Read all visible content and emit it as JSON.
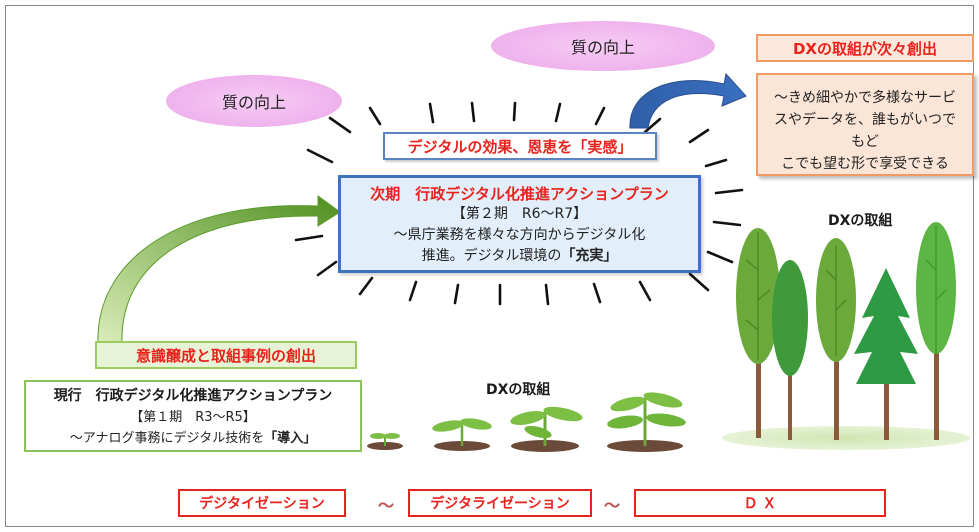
{
  "quality_left": "質の向上",
  "quality_right": "質の向上",
  "dx_creation": {
    "title": "DXの取組が次々創出",
    "line1": "～きめ細やかで多様なサービ",
    "line2": "スやデータを、誰もがいつでもど",
    "line3": "こでも望む形で享受できる"
  },
  "benefit": "デジタルの効果、恩恵を「実感」",
  "next_plan": {
    "title": "次期　行政デジタル化推進アクションプラン",
    "period": "【第２期　R6～R7】",
    "line1": "～県庁業務を様々な方向からデジタル化",
    "line2_prefix": "推進。デジタル環境の",
    "line2_bold": "「充実」"
  },
  "awareness": "意識醸成と取組事例の創出",
  "current_plan": {
    "title": "現行　行政デジタル化推進アクションプラン",
    "period": "【第１期　R3～R5】",
    "line_prefix": "～アナログ事務にデジタル技術を",
    "line_bold": "「導入」"
  },
  "dx_sprouts_label": "DXの取組",
  "dx_trees_label": "DXの取組",
  "stages": [
    "デジタイゼーション",
    "デジタライゼーション",
    "Ｄ Ｘ"
  ],
  "separators": [
    "～",
    "～"
  ],
  "colors": {
    "accent_red": "#e8231e",
    "blue_border": "#3f73c0",
    "green_border": "#8cc359",
    "orange_border": "#f19a64",
    "oval_pink": "#f0b6ee"
  }
}
